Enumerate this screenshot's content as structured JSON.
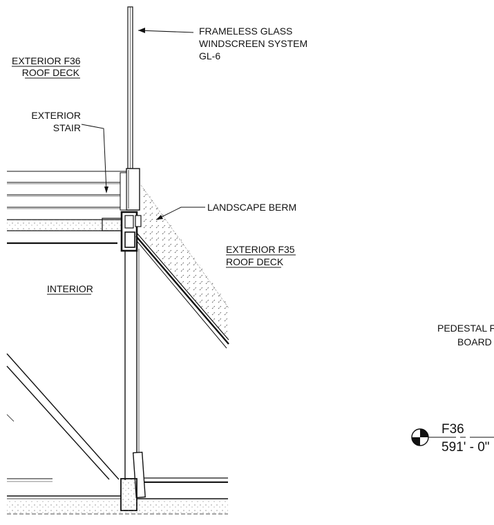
{
  "labels": {
    "frameless_glass": [
      "FRAMELESS GLASS",
      "WINDSCREEN SYSTEM",
      "GL-6"
    ],
    "exterior_f36": [
      "EXTERIOR  F36",
      "ROOF DECK"
    ],
    "exterior_stair": [
      "EXTERIOR",
      "STAIR"
    ],
    "landscape_berm": "LANDSCAPE BERM",
    "exterior_f35": [
      "EXTERIOR  F35",
      "ROOF DECK"
    ],
    "interior": "INTERIOR",
    "pedestal": [
      "PEDESTAL F",
      "BOARD"
    ]
  },
  "level_marker": {
    "name": "F36",
    "elevation": "591' - 0\""
  }
}
